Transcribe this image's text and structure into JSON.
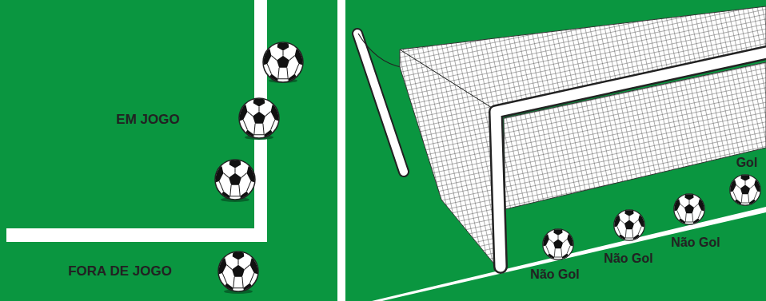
{
  "diagram": {
    "labels": [
      "EM JOGO",
      "FORA DE JOGO",
      "Não Gol",
      "Não Gol",
      "Não Gol",
      "Gol"
    ]
  }
}
